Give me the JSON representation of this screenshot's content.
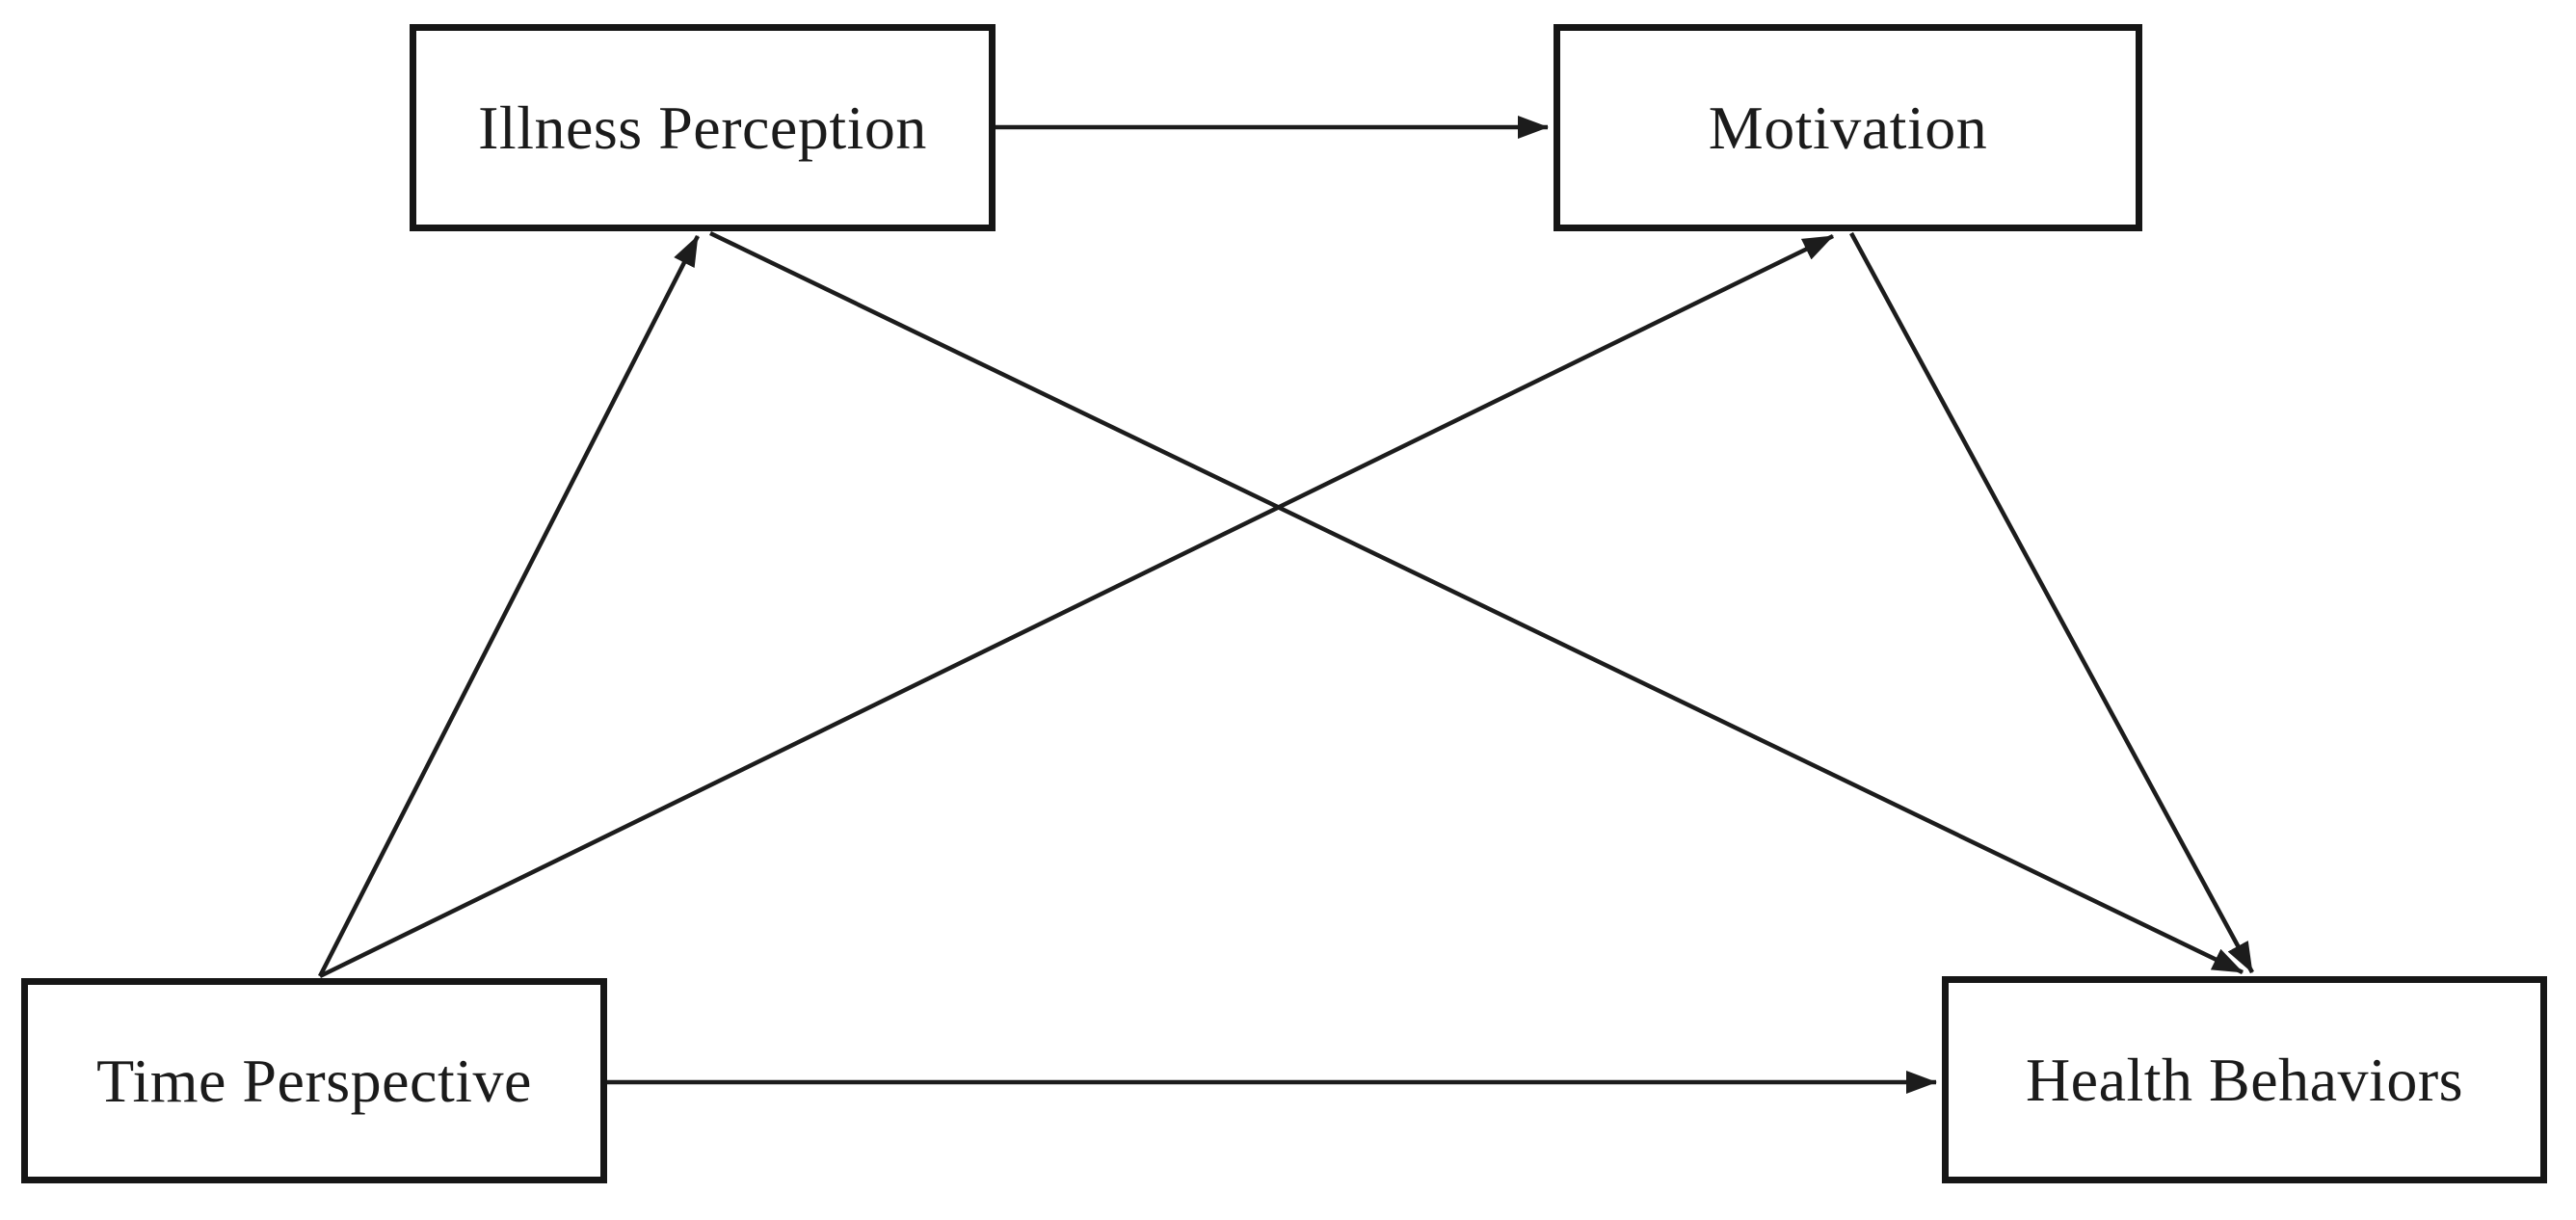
{
  "page": {
    "background_color": "#ffffff",
    "line_color": "#1c1c1c",
    "box_border_color": "#161616",
    "text_color": "#1b1b1b"
  },
  "diagram": {
    "type": "path-model",
    "nodes": [
      {
        "id": "illness-perception",
        "label": "Illness Perception"
      },
      {
        "id": "motivation",
        "label": "Motivation"
      },
      {
        "id": "time-perspective",
        "label": "Time Perspective"
      },
      {
        "id": "health-behaviors",
        "label": "Health Behaviors"
      }
    ],
    "edges": [
      {
        "from": "Illness Perception",
        "to": "Motivation"
      },
      {
        "from": "Time Perspective",
        "to": "Illness Perception"
      },
      {
        "from": "Time Perspective",
        "to": "Motivation"
      },
      {
        "from": "Illness Perception",
        "to": "Health Behaviors"
      },
      {
        "from": "Motivation",
        "to": "Health Behaviors"
      },
      {
        "from": "Time Perspective",
        "to": "Health Behaviors"
      }
    ]
  }
}
